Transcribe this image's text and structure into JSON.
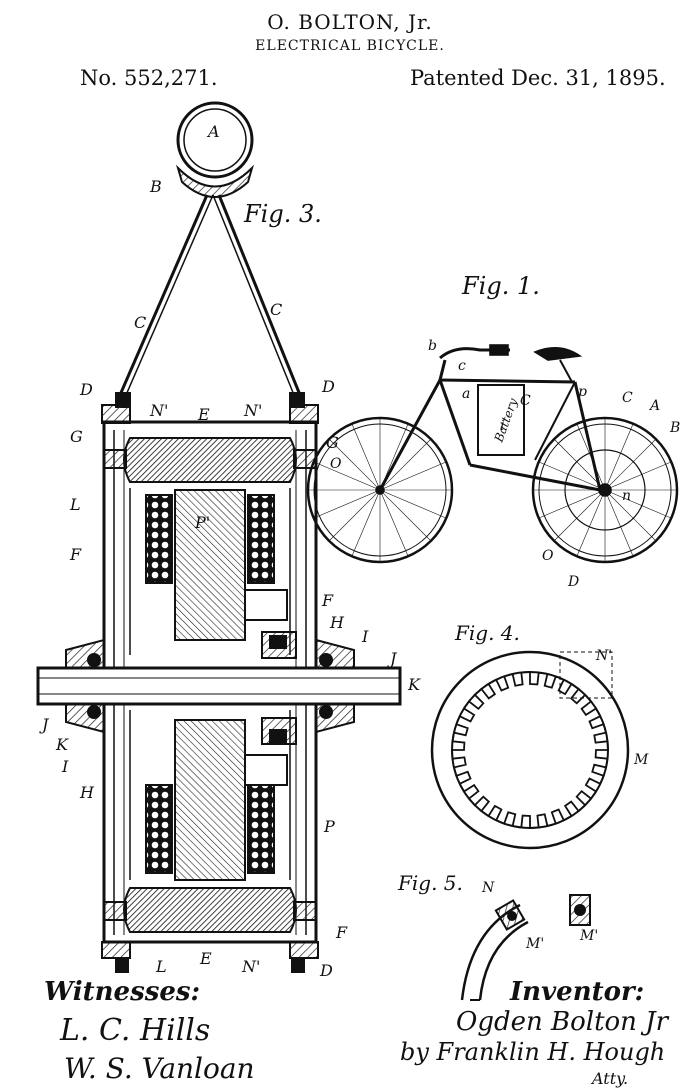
{
  "header": {
    "inventor": "O. BOLTON, Jr.",
    "title": "ELECTRICAL BICYCLE.",
    "number": "No. 552,271.",
    "date": "Patented Dec. 31, 1895."
  },
  "figures": {
    "fig1": "Fig. 1.",
    "fig3": "Fig. 3.",
    "fig4": "Fig. 4.",
    "fig5": "Fig. 5."
  },
  "labels": {
    "A": "A",
    "B": "B",
    "C": "C",
    "D": "D",
    "E": "E",
    "F": "F",
    "G": "G",
    "H": "H",
    "I": "I",
    "J": "J",
    "K": "K",
    "L": "L",
    "M": "M",
    "N": "N",
    "N2": "N'",
    "M2": "M'",
    "O": "O",
    "P": "P",
    "P2": "P'",
    "a": "a",
    "b": "b",
    "c": "c",
    "i": "i",
    "n": "n",
    "p": "p",
    "battery": "Battery"
  },
  "signatures": {
    "witnesses_heading": "Witnesses:",
    "witness1": "L. C. Hills",
    "witness2": "W. S. Vanloan",
    "inventor_heading": "Inventor:",
    "inventor_sig": "Ogden Bolton Jr",
    "attorney": "by Franklin H. Hough",
    "attorney_suffix": "Atty."
  }
}
